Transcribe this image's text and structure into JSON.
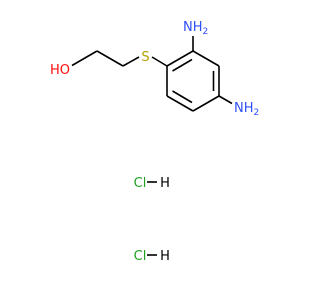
{
  "atoms": {
    "oh": {
      "text": "HO",
      "color": "#ff0d0d"
    },
    "s": {
      "text": "S",
      "color": "#b4a000"
    },
    "nh2_top": {
      "text": "NH",
      "sub": "2",
      "color": "#3050f8"
    },
    "nh2_right": {
      "text": "NH",
      "sub": "2",
      "color": "#3050f8"
    }
  },
  "salts": [
    {
      "text": "Cl",
      "color": "#1fa01f",
      "h": "H"
    },
    {
      "text": "Cl",
      "color": "#1fa01f",
      "h": "H"
    }
  ]
}
